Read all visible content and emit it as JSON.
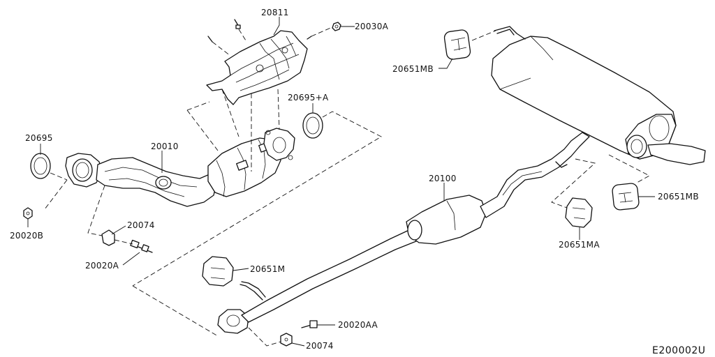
{
  "parts": {
    "p20811": "20811",
    "p20030A": "20030A",
    "p20651MB_top": "20651MB",
    "p20695": "20695",
    "p20695A": "20695+A",
    "p20010": "20010",
    "p20020B": "20020B",
    "p20074_top": "20074",
    "p20020A": "20020A",
    "p20100": "20100",
    "p20651M": "20651M",
    "p20651MB_right": "20651MB",
    "p20651MA": "20651MA",
    "p20020AA": "20020AA",
    "p20074_bottom": "20074"
  },
  "diagram_code": "E200002U"
}
